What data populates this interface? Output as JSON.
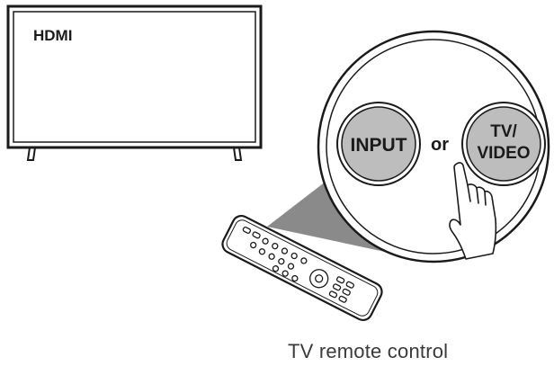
{
  "tv": {
    "screen_text": "HDMI"
  },
  "callout": {
    "button_left": "INPUT",
    "connector": "or",
    "button_right_line1": "TV/",
    "button_right_line2": "VIDEO"
  },
  "caption": "TV remote control",
  "colors": {
    "outline": "#1a1a1a",
    "button_fill": "#bdbdbd",
    "beam": "#8a8a8a",
    "background": "#ffffff"
  },
  "icons": [
    "tv-icon",
    "remote-control-icon",
    "pointing-hand-icon",
    "magnifier-circle-icon"
  ]
}
